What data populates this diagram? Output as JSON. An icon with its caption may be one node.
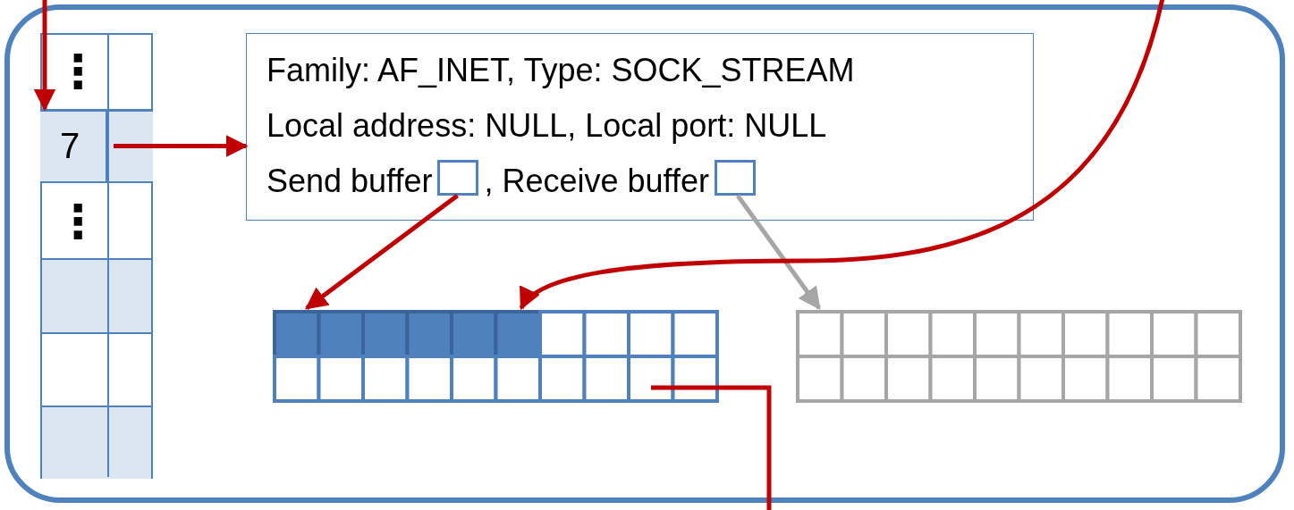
{
  "diagram": {
    "nodes": [
      {
        "text": [],
        "shape": "box"
      },
      {
        "text": [],
        "shape": "box",
        "in": 0
      },
      {
        "text": [
          "7"
        ],
        "in": 1
      },
      {
        "text": [
          "Family: AF_INET, Type: SOCK_STREAM",
          "Local address: NULL, Local port: NULL",
          "Send buffer",
          ", Receive buffer"
        ],
        "in": 0
      },
      {
        "text": [],
        "shape": "box",
        "in": 3
      },
      {
        "text": [],
        "shape": "box",
        "in": 3
      },
      {
        "text": [],
        "shape": "box",
        "in": 0
      },
      {
        "text": [],
        "shape": "box",
        "in": 0
      }
    ],
    "edges": [
      {
        "from": null,
        "to": 2,
        "arrow": "to"
      },
      {
        "from": 2,
        "to": 3,
        "arrow": "to"
      },
      {
        "from": 4,
        "to": 6,
        "arrow": "to"
      },
      {
        "from": 5,
        "to": 7,
        "arrow": "to",
        "color": "#a6a6a6"
      },
      {
        "from": null,
        "to": 6,
        "arrow": "to"
      },
      {
        "from": 6,
        "to": null,
        "arrow": "none"
      }
    ],
    "labels": [
      "⋮",
      "⋮"
    ]
  }
}
